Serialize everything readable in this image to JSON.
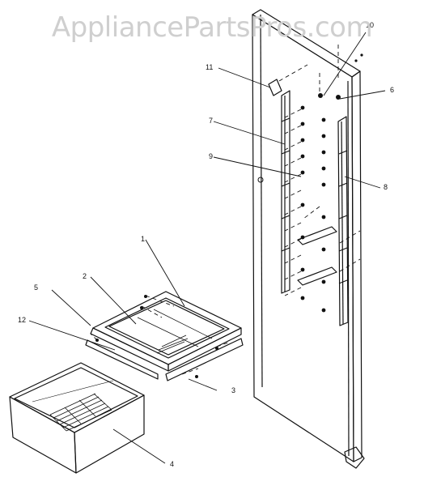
{
  "watermark": "AppliancePartsPros.com",
  "callouts": [
    {
      "id": "c1",
      "label": "1"
    },
    {
      "id": "c2",
      "label": "2"
    },
    {
      "id": "c3",
      "label": "3"
    },
    {
      "id": "c4",
      "label": "4"
    },
    {
      "id": "c5",
      "label": "5"
    },
    {
      "id": "c6",
      "label": "6"
    },
    {
      "id": "c7",
      "label": "7"
    },
    {
      "id": "c8",
      "label": "8"
    },
    {
      "id": "c9",
      "label": "9"
    },
    {
      "id": "c10",
      "label": "10"
    },
    {
      "id": "c11",
      "label": "11"
    },
    {
      "id": "c12",
      "label": "12"
    }
  ]
}
